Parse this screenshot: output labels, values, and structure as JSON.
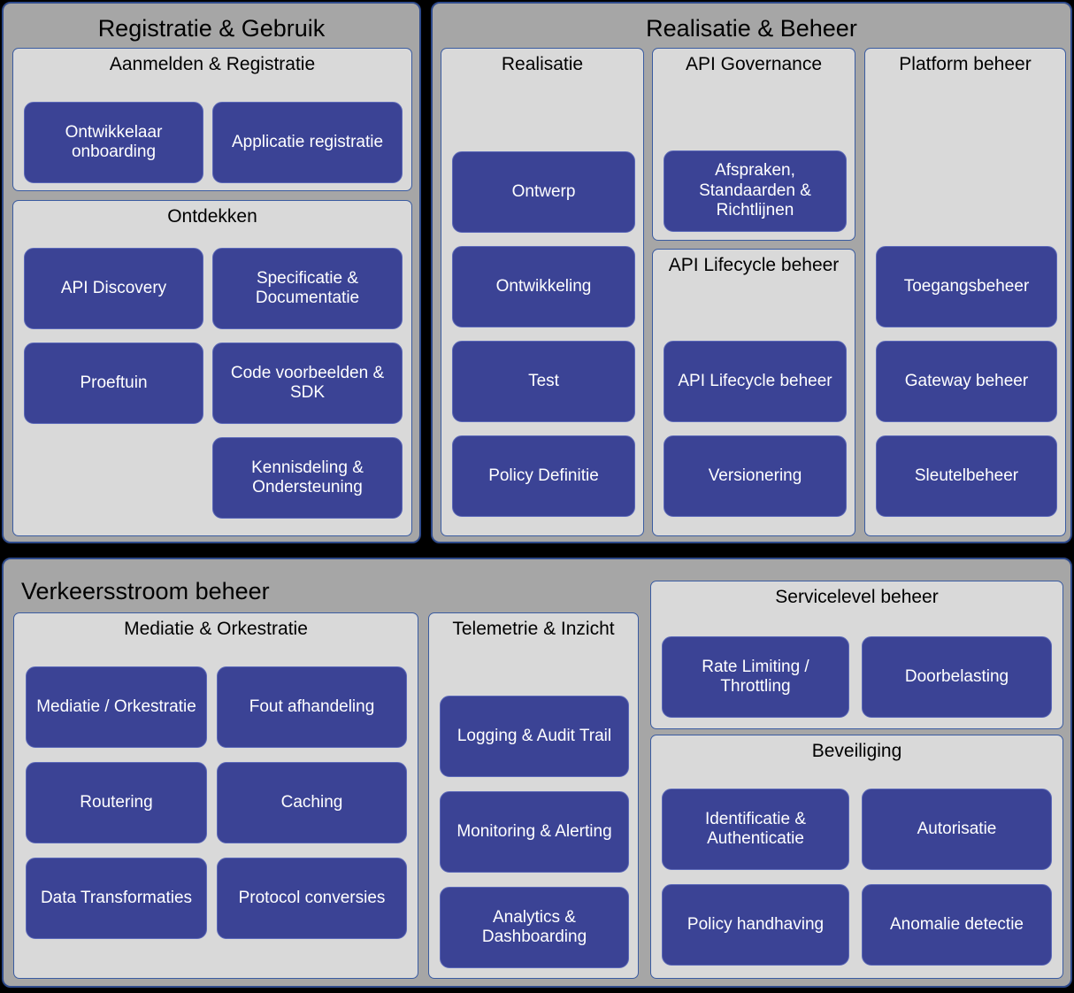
{
  "colors": {
    "group_bg": "#A6A6A6",
    "panel_bg": "#D9D9D9",
    "tile_bg": "#3B4395",
    "tile_border": "#5B68B8",
    "group_border": "#2E4A8B",
    "panel_border": "#3A5BA0",
    "page_bg": "#000000",
    "tile_text": "#FFFFFF",
    "title_text": "#000000"
  },
  "groups": {
    "registratie": {
      "title": "Registratie & Gebruik",
      "panels": {
        "aanmelden": {
          "title": "Aanmelden & Registratie",
          "tiles": [
            "Ontwikkelaar onboarding",
            "Applicatie registratie"
          ]
        },
        "ontdekken": {
          "title": "Ontdekken",
          "tiles": [
            "API Discovery",
            "Specificatie & Documentatie",
            "Proeftuin",
            "Code voorbeelden & SDK",
            "Kennisdeling & Ondersteuning"
          ]
        }
      }
    },
    "realisatie": {
      "title": "Realisatie & Beheer",
      "panels": {
        "realisatie": {
          "title": "Realisatie",
          "tiles": [
            "Ontwerp",
            "Ontwikkeling",
            "Test",
            "Policy Definitie"
          ]
        },
        "api_governance": {
          "title": "API Governance",
          "tiles": [
            "Afspraken, Standaarden & Richtlijnen"
          ]
        },
        "api_lifecycle": {
          "title": "API Lifecycle beheer",
          "tiles": [
            "API Lifecycle beheer",
            "Versionering"
          ]
        },
        "platform_beheer": {
          "title": "Platform beheer",
          "tiles": [
            "Toegangsbeheer",
            "Gateway beheer",
            "Sleutelbeheer"
          ]
        }
      }
    },
    "verkeersstroom": {
      "title": "Verkeersstroom beheer",
      "panels": {
        "mediatie": {
          "title": "Mediatie & Orkestratie",
          "tiles": [
            "Mediatie / Orkestratie",
            "Fout afhandeling",
            "Routering",
            "Caching",
            "Data Transformaties",
            "Protocol conversies"
          ]
        },
        "telemetrie": {
          "title": "Telemetrie & Inzicht",
          "tiles": [
            "Logging & Audit Trail",
            "Monitoring & Alerting",
            "Analytics & Dashboarding"
          ]
        },
        "servicelevel": {
          "title": "Servicelevel beheer",
          "tiles": [
            "Rate Limiting / Throttling",
            "Doorbelasting"
          ]
        },
        "beveiliging": {
          "title": "Beveiliging",
          "tiles": [
            "Identificatie & Authenticatie",
            "Autorisatie",
            "Policy handhaving",
            "Anomalie detectie"
          ]
        }
      }
    }
  }
}
